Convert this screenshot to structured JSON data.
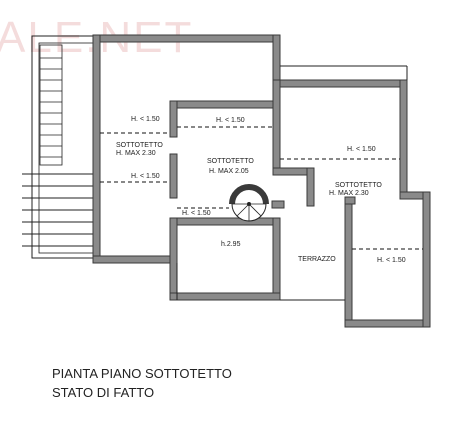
{
  "watermark": "ALE.NET",
  "labels": {
    "h_left_top": "H. < 1.50",
    "sottotetto_left_1": "SOTTOTETTO",
    "sottotetto_left_2": "H.     MAX 2.30",
    "h_left_bottom": "H. < 1.50",
    "h_mid_top": "H. < 1.50",
    "sottotetto_mid_1": "SOTTOTETTO",
    "sottotetto_mid_2": "H.  MAX 2.05",
    "h_mid_bottom": "H. < 1.50",
    "h_right_top": "H. < 1.50",
    "sottotetto_right_1": "SOTTOTETTO",
    "sottotetto_right_2": "H.     MAX 2.30",
    "h295": "h.2.95",
    "terrazzo": "TERRAZZO",
    "h_right_bottom": "H. < 1.50"
  },
  "title": {
    "line1": "PIANTA PIANO SOTTOTETTO",
    "line2": "STATO DI FATTO"
  }
}
